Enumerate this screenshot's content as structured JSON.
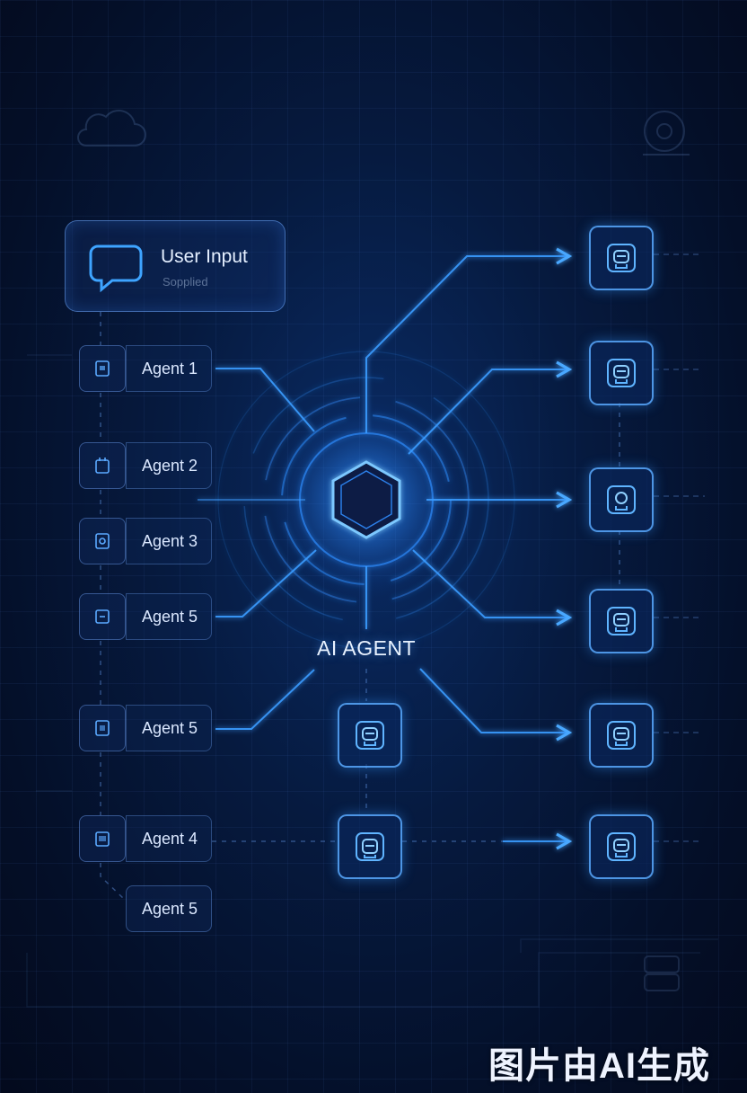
{
  "input": {
    "title": "User Input",
    "subtitle": "Sopplied"
  },
  "agents": [
    {
      "label": "Agent 1"
    },
    {
      "label": "Agent 2"
    },
    {
      "label": "Agent 3"
    },
    {
      "label": "Agent 5"
    },
    {
      "label": "Agent 5"
    },
    {
      "label": "Agent 4"
    },
    {
      "label": "Agent 5"
    }
  ],
  "center": {
    "label": "AI AGENT"
  },
  "watermark": "图片由AI生成",
  "colors": {
    "accent": "#2e8bff",
    "glow": "#5fb4ff",
    "background": "#040f28"
  },
  "icons": {
    "input": "chat-bubble-icon",
    "agents": "device-icon",
    "outputs": "robot-icon",
    "center": "hexagon-core-icon"
  }
}
